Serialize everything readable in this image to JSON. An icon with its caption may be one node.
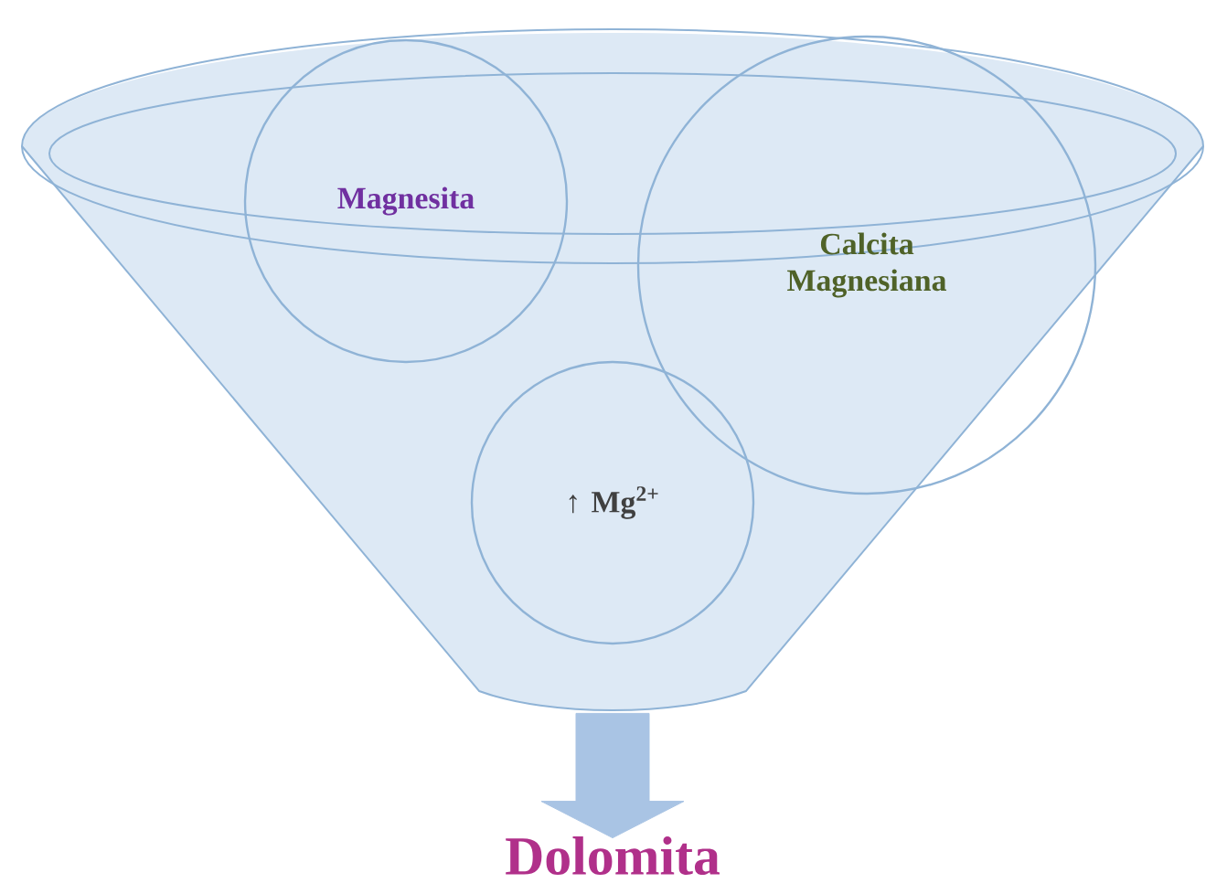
{
  "diagram": {
    "nodes": [
      {
        "text": [],
        "shape": "funnel"
      },
      {
        "text": [
          "Magnesita"
        ],
        "in": 0
      },
      {
        "text": [
          "Calcita Magnesiana"
        ],
        "in": 0
      },
      {
        "text": [
          "↑ Mg$^{2+}$"
        ],
        "in": 0
      },
      {
        "text": [
          "Dolomita"
        ]
      }
    ],
    "edges": [
      {
        "from": 0,
        "to": 4,
        "arrow": "to"
      }
    ]
  }
}
